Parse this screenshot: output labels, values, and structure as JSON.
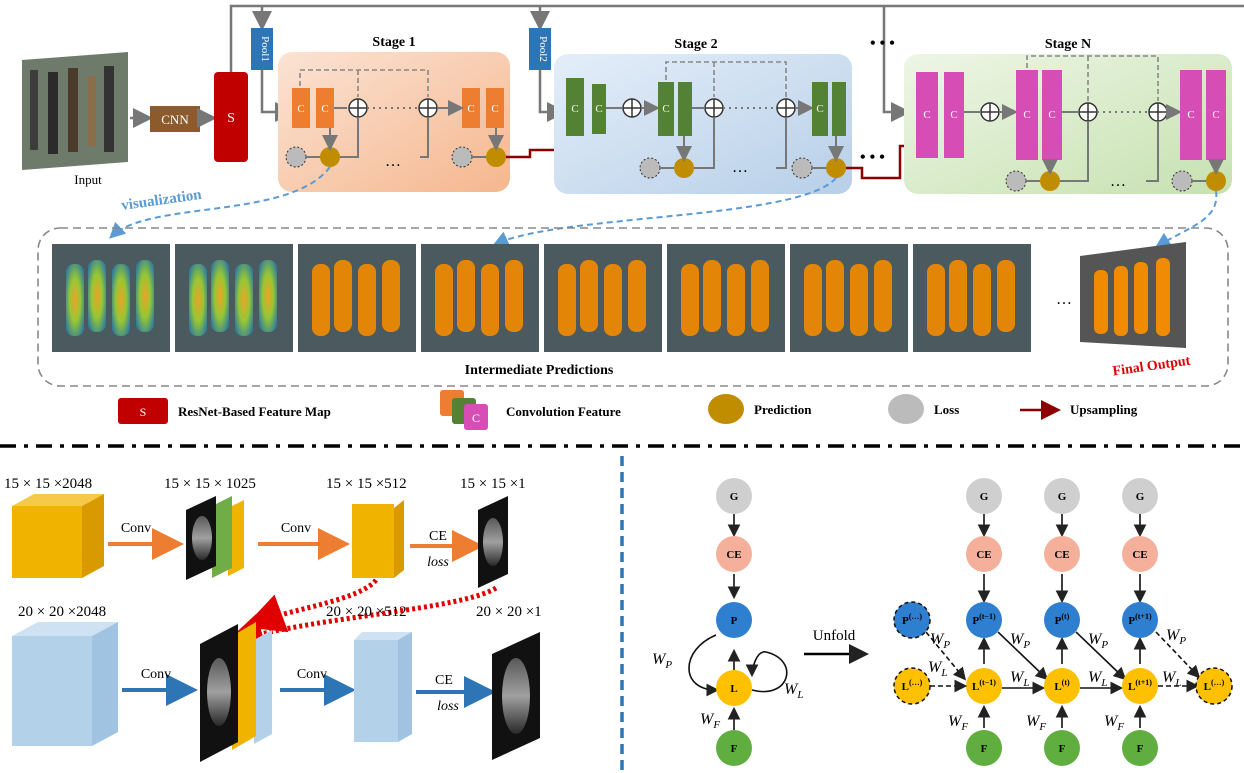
{
  "top": {
    "input_label": "Input",
    "cnn_label": "CNN",
    "s_label": "S",
    "pool1_label": "Pool1",
    "pool2_label": "Pool2",
    "stage1_title": "Stage 1",
    "stage2_title": "Stage 2",
    "stageN_title": "Stage N",
    "conv_letter": "C",
    "ellipsis_dots": "• • •",
    "h_ellipsis": "…",
    "visualization_label": "visualization",
    "intermediate_label": "Intermediate Predictions",
    "final_output_label": "Final Output"
  },
  "legend": {
    "s_letter": "S",
    "feature_map": "ResNet-Based Feature Map",
    "conv_letter": "C",
    "conv_feature": "Convolution Feature",
    "prediction": "Prediction",
    "loss": "Loss",
    "upsampling": "Upsampling"
  },
  "bottom_left": {
    "dim1": "15 × 15 ×2048",
    "dim2": "15 × 15 × 1025",
    "dim3": "15 × 15 ×512",
    "dim4": "15 × 15 ×1",
    "dim5": "20 × 20 ×2048",
    "dim6": "20 × 20 ×512",
    "dim7": "20 × 20 ×1",
    "conv": "Conv",
    "ce": "CE",
    "loss": "loss"
  },
  "bottom_right": {
    "G": "G",
    "CE": "CE",
    "P": "P",
    "L": "L",
    "F": "F",
    "WP": "W",
    "WP_sub": "P",
    "WL": "W",
    "WL_sub": "L",
    "WF": "W",
    "WF_sub": "F",
    "unfold": "Unfold",
    "p_tm1": "P",
    "p_tm1_sup": "(t−1)",
    "p_t": "P",
    "p_t_sup": "(t)",
    "p_tp1": "P",
    "p_tp1_sup": "(t+1)",
    "p_dots_sup": "(…)",
    "l_tm1_sup": "(t−1)",
    "l_t_sup": "(t)",
    "l_tp1_sup": "(t+1)",
    "l_dots_sup": "(…)"
  }
}
